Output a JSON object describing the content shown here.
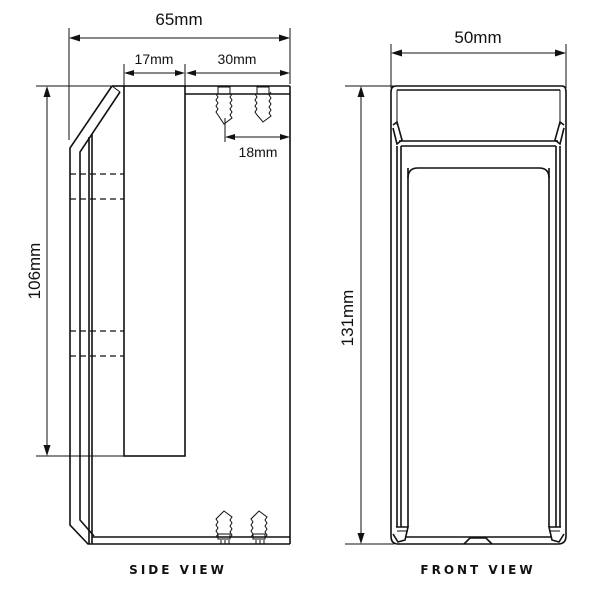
{
  "side_view": {
    "caption": "SIDE VIEW",
    "dimensions": {
      "overall_depth": "65mm",
      "slot_width": "17mm",
      "rear_depth": "30mm",
      "screw_spacing": "18mm",
      "height": "106mm"
    }
  },
  "front_view": {
    "caption": "FRONT VIEW",
    "dimensions": {
      "width": "50mm",
      "height": "131mm"
    }
  },
  "colors": {
    "line": "#111111",
    "background": "#ffffff"
  }
}
